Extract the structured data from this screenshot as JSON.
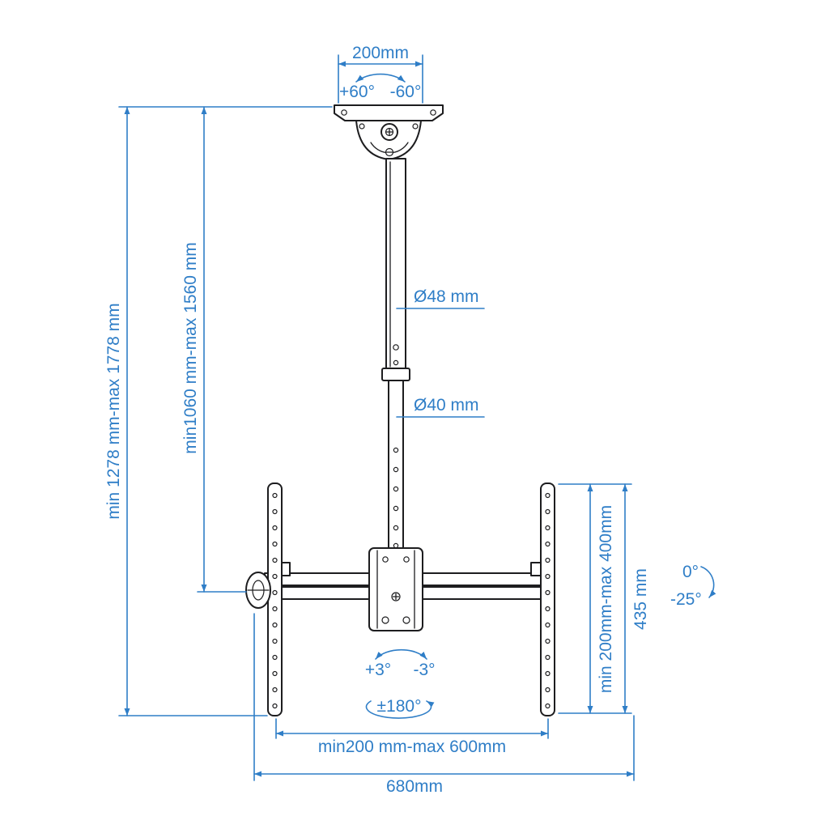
{
  "title": "TV ceiling mount bracket dimension diagram",
  "colors": {
    "accent": "#2f7ec7",
    "line": "#1d1d1f",
    "background": "#ffffff"
  },
  "dimensions": {
    "plate_width": "200mm",
    "swivel_positive": "+60°",
    "swivel_negative": "-60°",
    "upper_pole_diameter": "Ø48 mm",
    "lower_pole_diameter": "Ø40 mm",
    "total_height": "min 1278 mm-max 1778 mm",
    "pole_height": "min1060 mm-max 1560 mm",
    "vesa_height": "min 200mm-max 400mm",
    "rail_height": "435 mm",
    "tilt_zero": "0°",
    "tilt_negative": "-25°",
    "level_positive": "+3°",
    "level_negative": "-3°",
    "rotation": "±180°",
    "vesa_width": "min200 mm-max 600mm",
    "total_width": "680mm"
  }
}
